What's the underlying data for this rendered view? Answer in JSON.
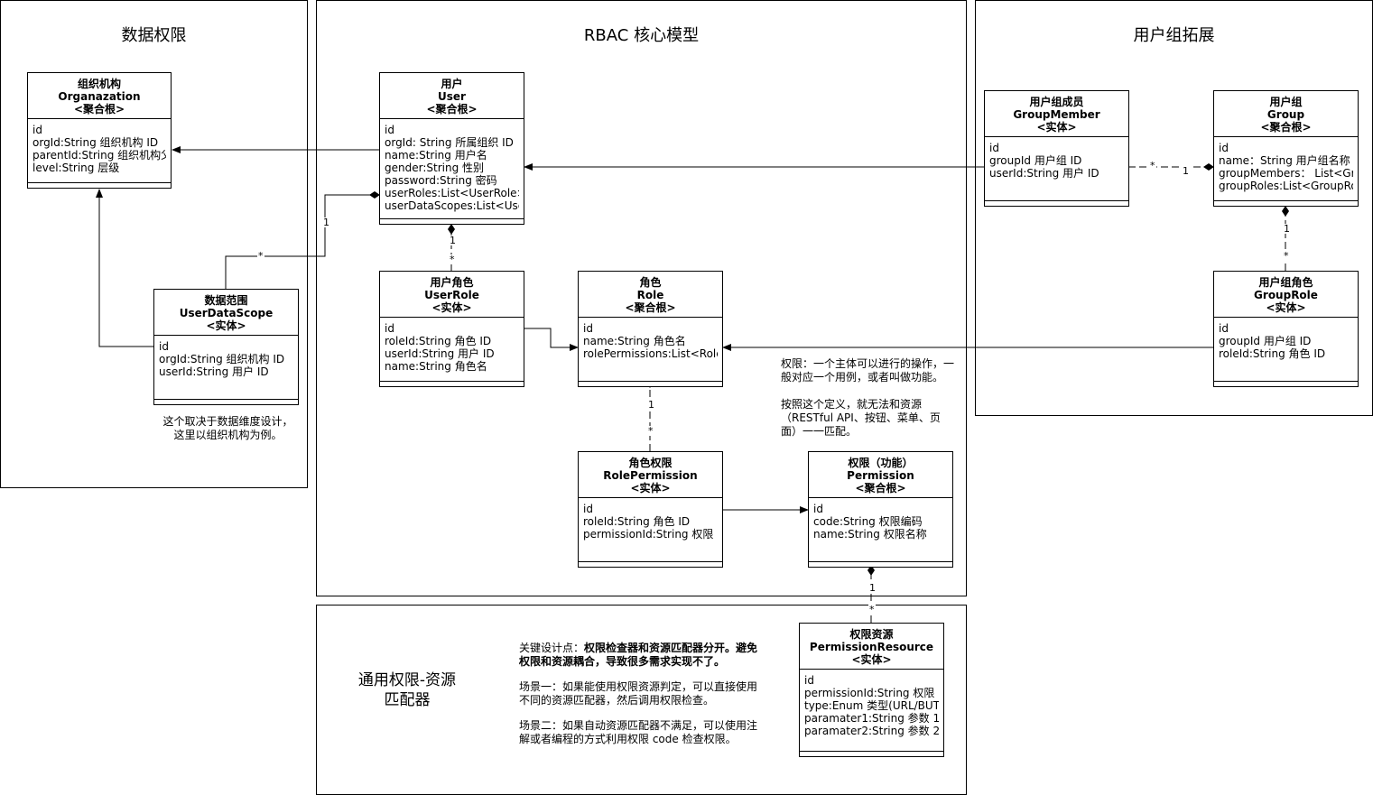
{
  "panels": {
    "data_permission": "数据权限",
    "rbac_core": "RBAC 核心模型",
    "group_ext": "用户组拓展",
    "matcher": "通用权限-资源匹配器"
  },
  "classes": {
    "org": {
      "name_cn": "组织机构",
      "name_en": "Organazation",
      "stereo": "<聚合根>",
      "attrs": [
        "id",
        "orgId:String 组织机构 ID",
        "parentId:String 组织机构父级 ID",
        "level:String 层级"
      ]
    },
    "user": {
      "name_cn": "用户",
      "name_en": "User",
      "stereo": "<聚合根>",
      "attrs": [
        "id",
        "orgId: String 所属组织 ID",
        "name:String 用户名",
        "gender:String 性别",
        "password:String 密码",
        "userRoles:List<UserRole> 用户角色",
        "userDataScopes:List<UserDataScope>"
      ]
    },
    "datascope": {
      "name_cn": "数据范围",
      "name_en": "UserDataScope",
      "stereo": "<实体>",
      "attrs": [
        "id",
        "orgId:String 组织机构 ID",
        "userId:String 用户 ID"
      ]
    },
    "userrole": {
      "name_cn": "用户角色",
      "name_en": "UserRole",
      "stereo": "<实体>",
      "attrs": [
        "id",
        "roleId:String 角色 ID",
        "userId:String 用户 ID",
        "name:String 角色名"
      ]
    },
    "role": {
      "name_cn": "角色",
      "name_en": "Role",
      "stereo": "<聚合根>",
      "attrs": [
        "id",
        "name:String 角色名",
        "rolePermissions:List<RolePermission>"
      ]
    },
    "rolepermission": {
      "name_cn": "角色权限",
      "name_en": "RolePermission",
      "stereo": "<实体>",
      "attrs": [
        "id",
        "roleId:String 角色 ID",
        "permissionId:String 权限 ID"
      ]
    },
    "permission": {
      "name_cn": "权限（功能）",
      "name_en": "Permission",
      "stereo": "<聚合根>",
      "attrs": [
        "id",
        "code:String 权限编码",
        "name:String 权限名称"
      ]
    },
    "groupmember": {
      "name_cn": "用户组成员",
      "name_en": "GroupMember",
      "stereo": "<实体>",
      "attrs": [
        "id",
        "groupId 用户组 ID",
        "userId:String 用户 ID"
      ]
    },
    "group": {
      "name_cn": "用户组",
      "name_en": "Group",
      "stereo": "<聚合根>",
      "attrs": [
        "id",
        "name：String 用户组名称",
        "groupMembers： List<GroupMember>",
        "groupRoles:List<GroupRole>"
      ]
    },
    "grouprole": {
      "name_cn": "用户组角色",
      "name_en": "GroupRole",
      "stereo": "<实体>",
      "attrs": [
        "id",
        "groupId 用户组 ID",
        "roleId:String 角色 ID"
      ]
    },
    "permresource": {
      "name_cn": "权限资源",
      "name_en": "PermissionResource",
      "stereo": "<实体>",
      "attrs": [
        "id",
        "permissionId:String 权限 ID",
        "type:Enum 类型(URL/BUTTON)",
        "paramater1:String 参数 1",
        "paramater2:String 参数 2"
      ]
    }
  },
  "notes": {
    "datascope_note": [
      "这个取决于数据维度设计，",
      "这里以组织机构为例。"
    ],
    "permission_note": [
      "权限：一个主体可以进行的操作，一",
      "般对应一个用例，或者叫做功能。",
      "按照这个定义，就无法和资源",
      "（RESTful API、按钮、菜单、页",
      "面）一一匹配。"
    ],
    "design_lead": "关键设计点：",
    "design_bold": "权限检查器和资源匹配器分开。避免权限和资源耦合，导致很多需求实现不了。",
    "scene1": "场景一：如果能使用权限资源判定，可以直接使用不同的资源匹配器，然后调用权限检查。",
    "scene2": "场景二：如果自动资源匹配器不满足，可以使用注解或者编程的方式利用权限 code 检查权限。"
  },
  "multiplicity": {
    "one": "1",
    "many": "*"
  }
}
